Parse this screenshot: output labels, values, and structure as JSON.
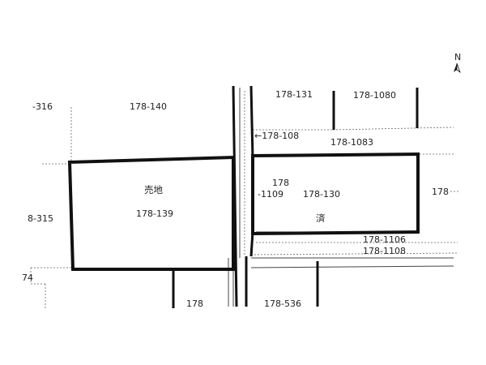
{
  "map": {
    "labels": {
      "lot_316": "-316",
      "lot_140": "178-140",
      "lot_131": "178-131",
      "lot_1080": "178-1080",
      "lot_108": "←178-108",
      "lot_1083": "178-1083",
      "for_sale": "売地",
      "lot_139": "178-139",
      "lot_1109_a": "178",
      "lot_1109_b": "-1109",
      "lot_130": "178-130",
      "lot_178_right": "178",
      "lot_315": "8-315",
      "sumi": "済",
      "lot_1106": "178-1106",
      "lot_1108": "178-1108",
      "lot_74": "74",
      "lot_178_bottom": "178",
      "lot_536": "178-536"
    },
    "compass": {
      "north_label": "N"
    }
  }
}
